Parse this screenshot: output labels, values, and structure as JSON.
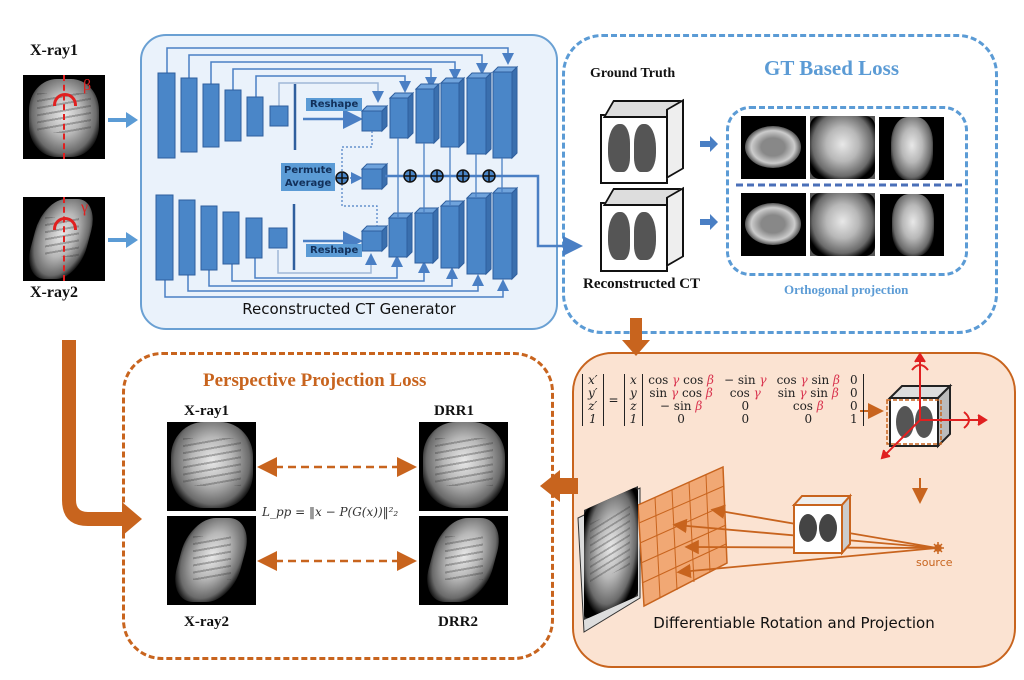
{
  "inputs": {
    "xray1_label": "X-ray1",
    "xray1_angle": "β",
    "xray2_label": "X-ray2",
    "xray2_angle": "γ"
  },
  "generator": {
    "title": "Reconstructed CT Generator",
    "reshape_top": "Reshape",
    "reshape_bottom": "Reshape",
    "permute_line1": "Permute",
    "permute_line2": "Average",
    "add_symbol": "⊕"
  },
  "gt_loss": {
    "title": "GT Based Loss",
    "ground_truth_label": "Ground Truth",
    "reconstructed_label": "Reconstructed CT",
    "projection_caption": "Orthogonal projection"
  },
  "perspective_loss": {
    "title": "Perspective Projection Loss",
    "xray1_label": "X-ray1",
    "xray2_label": "X-ray2",
    "drr1_label": "DRR1",
    "drr2_label": "DRR2",
    "formula": "L_pp = ‖x − P(G(x))‖²₂"
  },
  "rotation": {
    "title": "Differentiable Rotation and Projection",
    "source_label": "source",
    "matrix": {
      "lhs": [
        "x′",
        "y′",
        "z′",
        "1"
      ],
      "vec": [
        "x",
        "y",
        "z",
        "1"
      ],
      "rows": [
        [
          "cos γ cos β",
          "− sin γ",
          "cos γ sin β",
          "0"
        ],
        [
          "sin γ cos β",
          "cos γ",
          "sin γ sin β",
          "0"
        ],
        [
          "− sin β",
          "0",
          "cos β",
          "0"
        ],
        [
          "0",
          "0",
          "0",
          "1"
        ]
      ]
    }
  },
  "colors": {
    "blue_accent": "#5b9bd5",
    "blue_block": "#4a86c8",
    "blue_panel": "#eaf2fb",
    "orange_accent": "#c8641e",
    "orange_panel": "#fbe3d2",
    "red_annotation": "#e02020"
  }
}
